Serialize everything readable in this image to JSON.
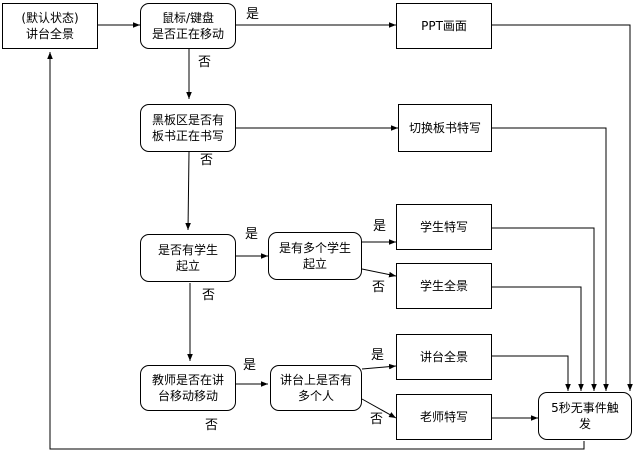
{
  "nodes": {
    "default_state": "(默认状态)\n讲台全景",
    "mouse_keyboard": "鼠标/键盘\n是否正在移动",
    "ppt_screen": "PPT画面",
    "blackboard": "黑板区是否有\n板书正在书写",
    "board_closeup": "切换板书特写",
    "student_standing": "是否有学生\n起立",
    "multi_students": "是有多个学生\n起立",
    "student_closeup": "学生特写",
    "student_panorama": "学生全景",
    "teacher_moving": "教师是否在讲\n台移动移动",
    "multi_persons": "讲台上是否有\n多个人",
    "podium_panorama": "讲台全景",
    "teacher_closeup": "老师特写",
    "five_sec": "5秒无事件触\n发"
  },
  "edge_labels": {
    "yes": "是",
    "no": "否"
  }
}
